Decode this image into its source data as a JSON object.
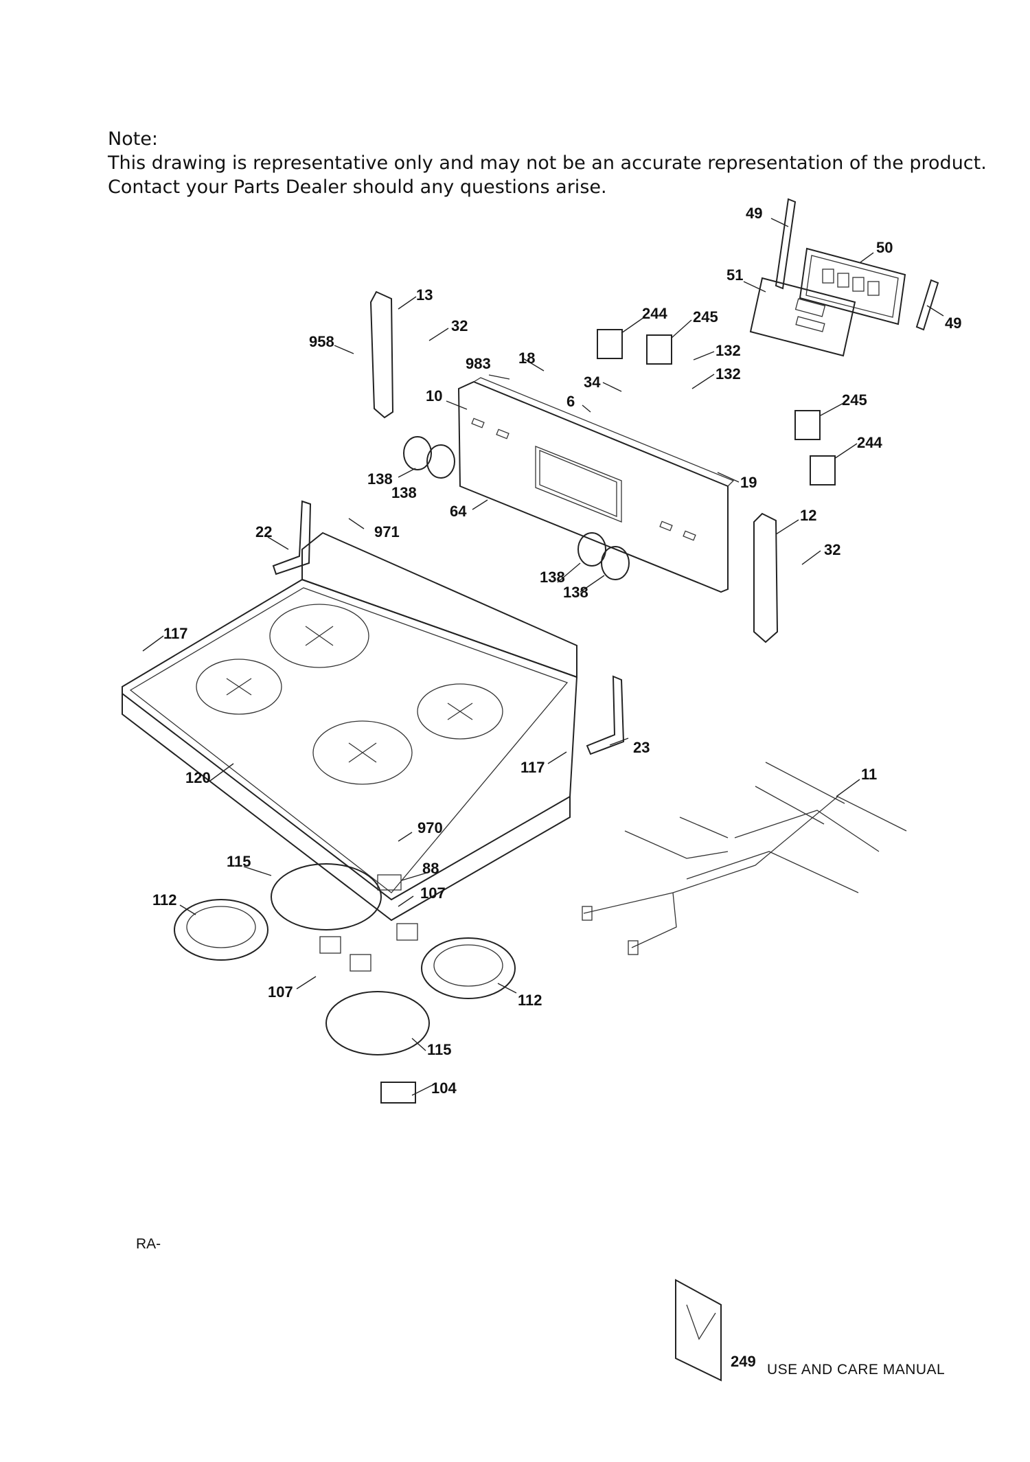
{
  "note": {
    "heading": "Note:",
    "line1": "This drawing is representative only and may not be an accurate representation of the product.",
    "line2": "Contact your Parts Dealer should any questions arise."
  },
  "callouts": [
    "49",
    "50",
    "51",
    "49",
    "13",
    "958",
    "32",
    "244",
    "245",
    "132",
    "132",
    "983",
    "18",
    "34",
    "10",
    "6",
    "245",
    "244",
    "138",
    "138",
    "19",
    "12",
    "64",
    "971",
    "22",
    "32",
    "138",
    "138",
    "117",
    "23",
    "117",
    "120",
    "11",
    "970",
    "115",
    "88",
    "107",
    "112",
    "107",
    "112",
    "115",
    "104"
  ],
  "footer": {
    "code": "RA-",
    "page": "249",
    "title": "USE AND CARE MANUAL"
  }
}
